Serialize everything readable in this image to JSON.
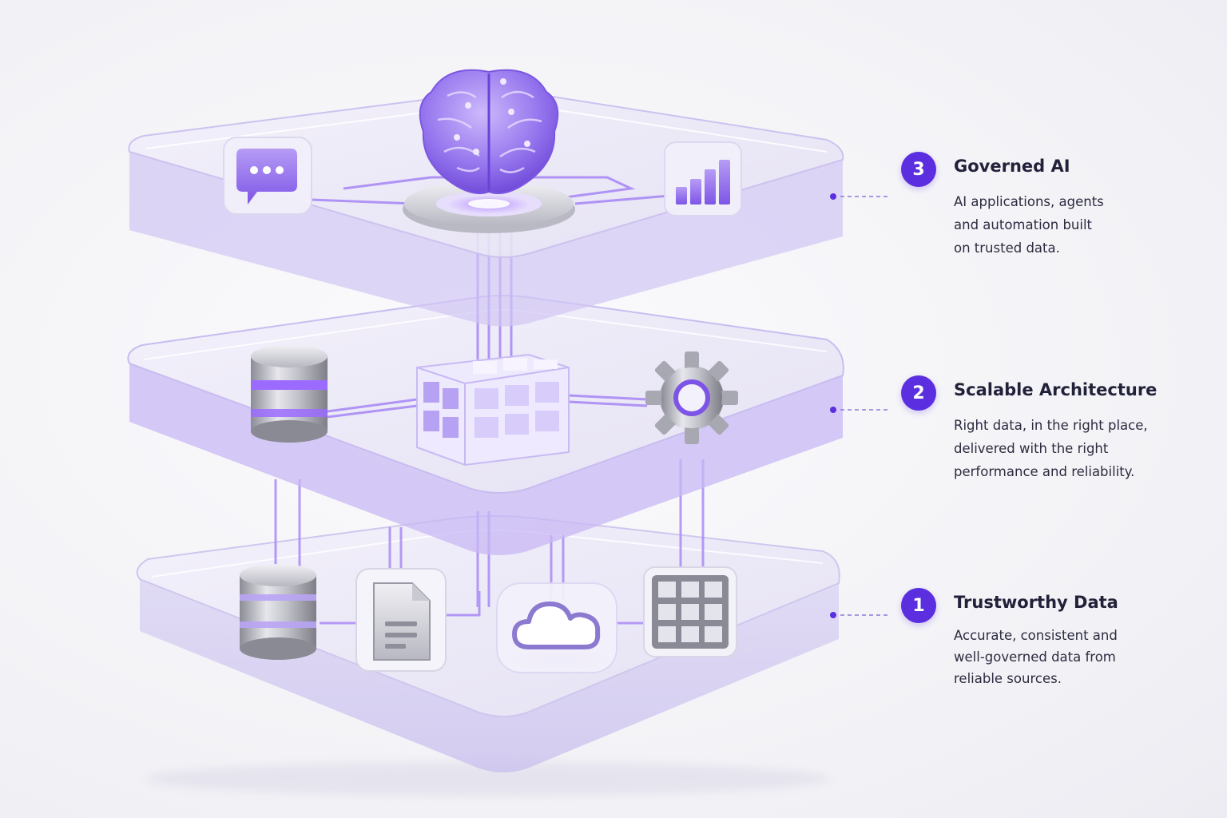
{
  "layers": [
    {
      "number": "3",
      "title": "Governed AI",
      "description_lines": [
        "AI applications, agents",
        "and automation built",
        "on trusted data."
      ]
    },
    {
      "number": "2",
      "title": "Scalable Architecture",
      "description_lines": [
        "Right data, in the right place,",
        "delivered with the right",
        "performance and reliability."
      ]
    },
    {
      "number": "1",
      "title": "Trustworthy Data",
      "description_lines": [
        "Accurate, consistent and",
        "well-governed data from",
        "reliable sources."
      ]
    }
  ],
  "icons": {
    "top": [
      "chat-bubble-icon",
      "brain-icon",
      "bar-chart-icon"
    ],
    "middle": [
      "database-icon",
      "cube-grid-icon",
      "gear-icon"
    ],
    "bottom": [
      "database-icon",
      "document-icon",
      "cloud-icon",
      "table-grid-icon"
    ]
  },
  "colors": {
    "accent": "#5b2fe0",
    "glow": "#9b6bff",
    "glass": "#e9e5f7",
    "text": "#22213a"
  }
}
